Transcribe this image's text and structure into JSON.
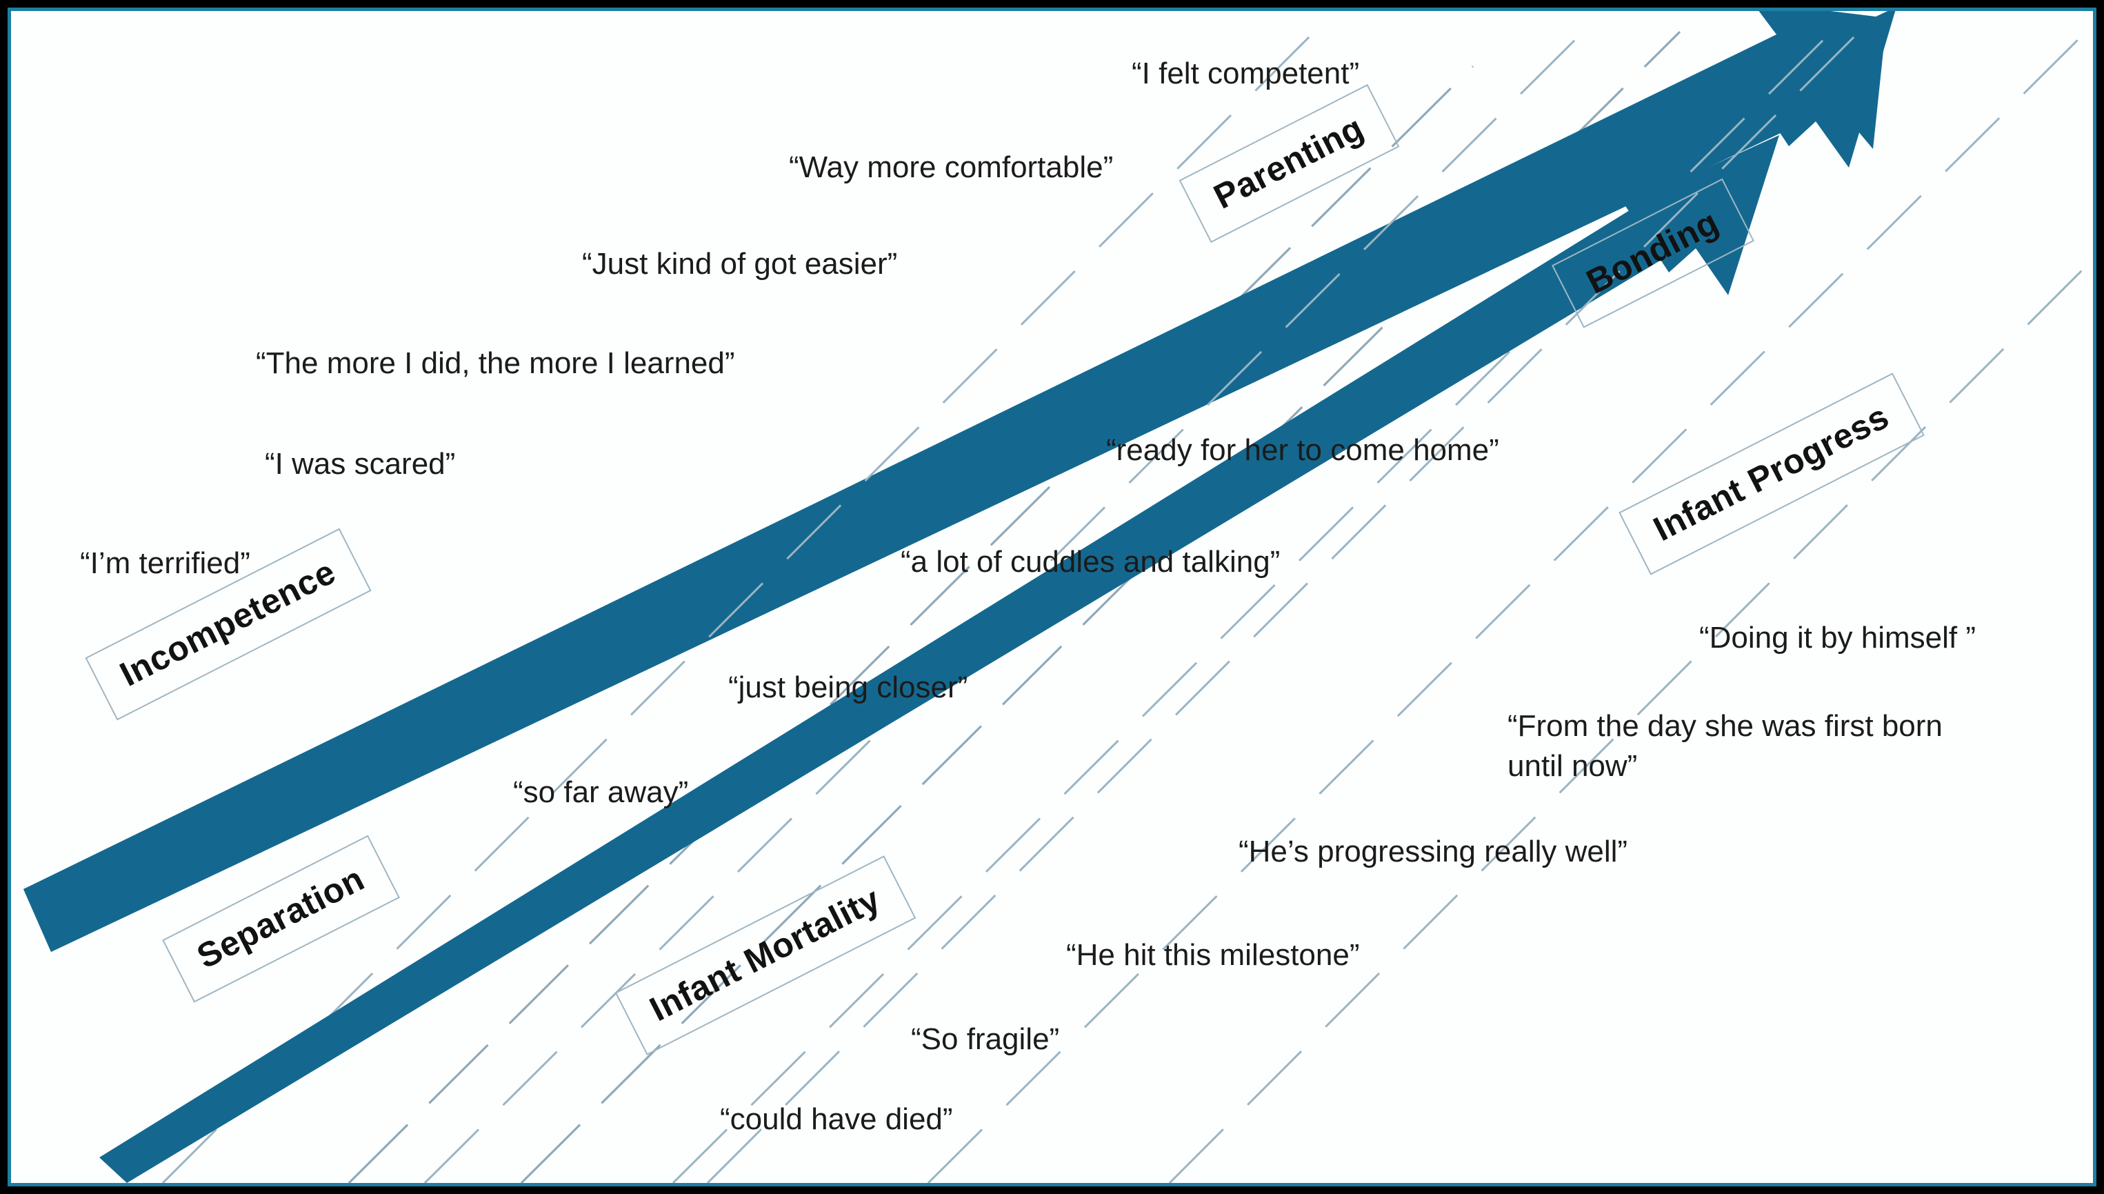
{
  "figure": {
    "kind": "conceptual-diagram",
    "description": "Two large upward arrows with banded theme labels and qualitative interview quotes",
    "border_color": "#000000",
    "inner_border_color": "#1d7fa3",
    "background": "#fdffff"
  },
  "arrows": [
    {
      "id": "upper-arrow",
      "label": "upper-trajectory-arrow",
      "color": "#14688f"
    },
    {
      "id": "lower-arrow",
      "label": "lower-trajectory-arrow",
      "color": "#14688f"
    }
  ],
  "bands": [
    {
      "id": "incompetence",
      "label": "Incompetence",
      "rotation_deg": -27
    },
    {
      "id": "parenting",
      "label": "Parenting",
      "rotation_deg": -27
    },
    {
      "id": "separation",
      "label": "Separation",
      "rotation_deg": -27
    },
    {
      "id": "bonding",
      "label": "Bonding",
      "rotation_deg": -27
    },
    {
      "id": "infant-mortality",
      "label": "Infant Mortality",
      "rotation_deg": -27
    },
    {
      "id": "infant-progress",
      "label": "Infant Progress",
      "rotation_deg": -27
    }
  ],
  "quotes": [
    {
      "id": "q-competent",
      "text": "“I felt competent”"
    },
    {
      "id": "q-comfortable",
      "text": "“Way more comfortable”"
    },
    {
      "id": "q-easier",
      "text": "“Just kind of got easier”"
    },
    {
      "id": "q-learned",
      "text": "“The more I did, the more I learned”"
    },
    {
      "id": "q-scared",
      "text": "“I was scared”"
    },
    {
      "id": "q-terrified",
      "text": "“I’m terrified”"
    },
    {
      "id": "q-come-home",
      "text": "“ready for her to come home”"
    },
    {
      "id": "q-cuddles",
      "text": "“a lot of cuddles and talking”"
    },
    {
      "id": "q-closer",
      "text": "“just being closer”"
    },
    {
      "id": "q-far-away",
      "text": "“so far away”"
    },
    {
      "id": "q-by-himself",
      "text": "“Doing it by himself ”"
    },
    {
      "id": "q-from-the-day",
      "text": "“From the day she was first born until now”"
    },
    {
      "id": "q-progressing",
      "text": "“He’s progressing really well”"
    },
    {
      "id": "q-milestone",
      "text": "“He hit this milestone”"
    },
    {
      "id": "q-fragile",
      "text": "“So fragile”"
    },
    {
      "id": "q-could-died",
      "text": "“could have died”"
    }
  ],
  "chart_data": {
    "type": "diagram",
    "title": "",
    "themes_positive": [
      "Parenting",
      "Bonding",
      "Infant Progress"
    ],
    "themes_negative": [
      "Incompetence",
      "Separation",
      "Infant Mortality"
    ],
    "legend": []
  }
}
